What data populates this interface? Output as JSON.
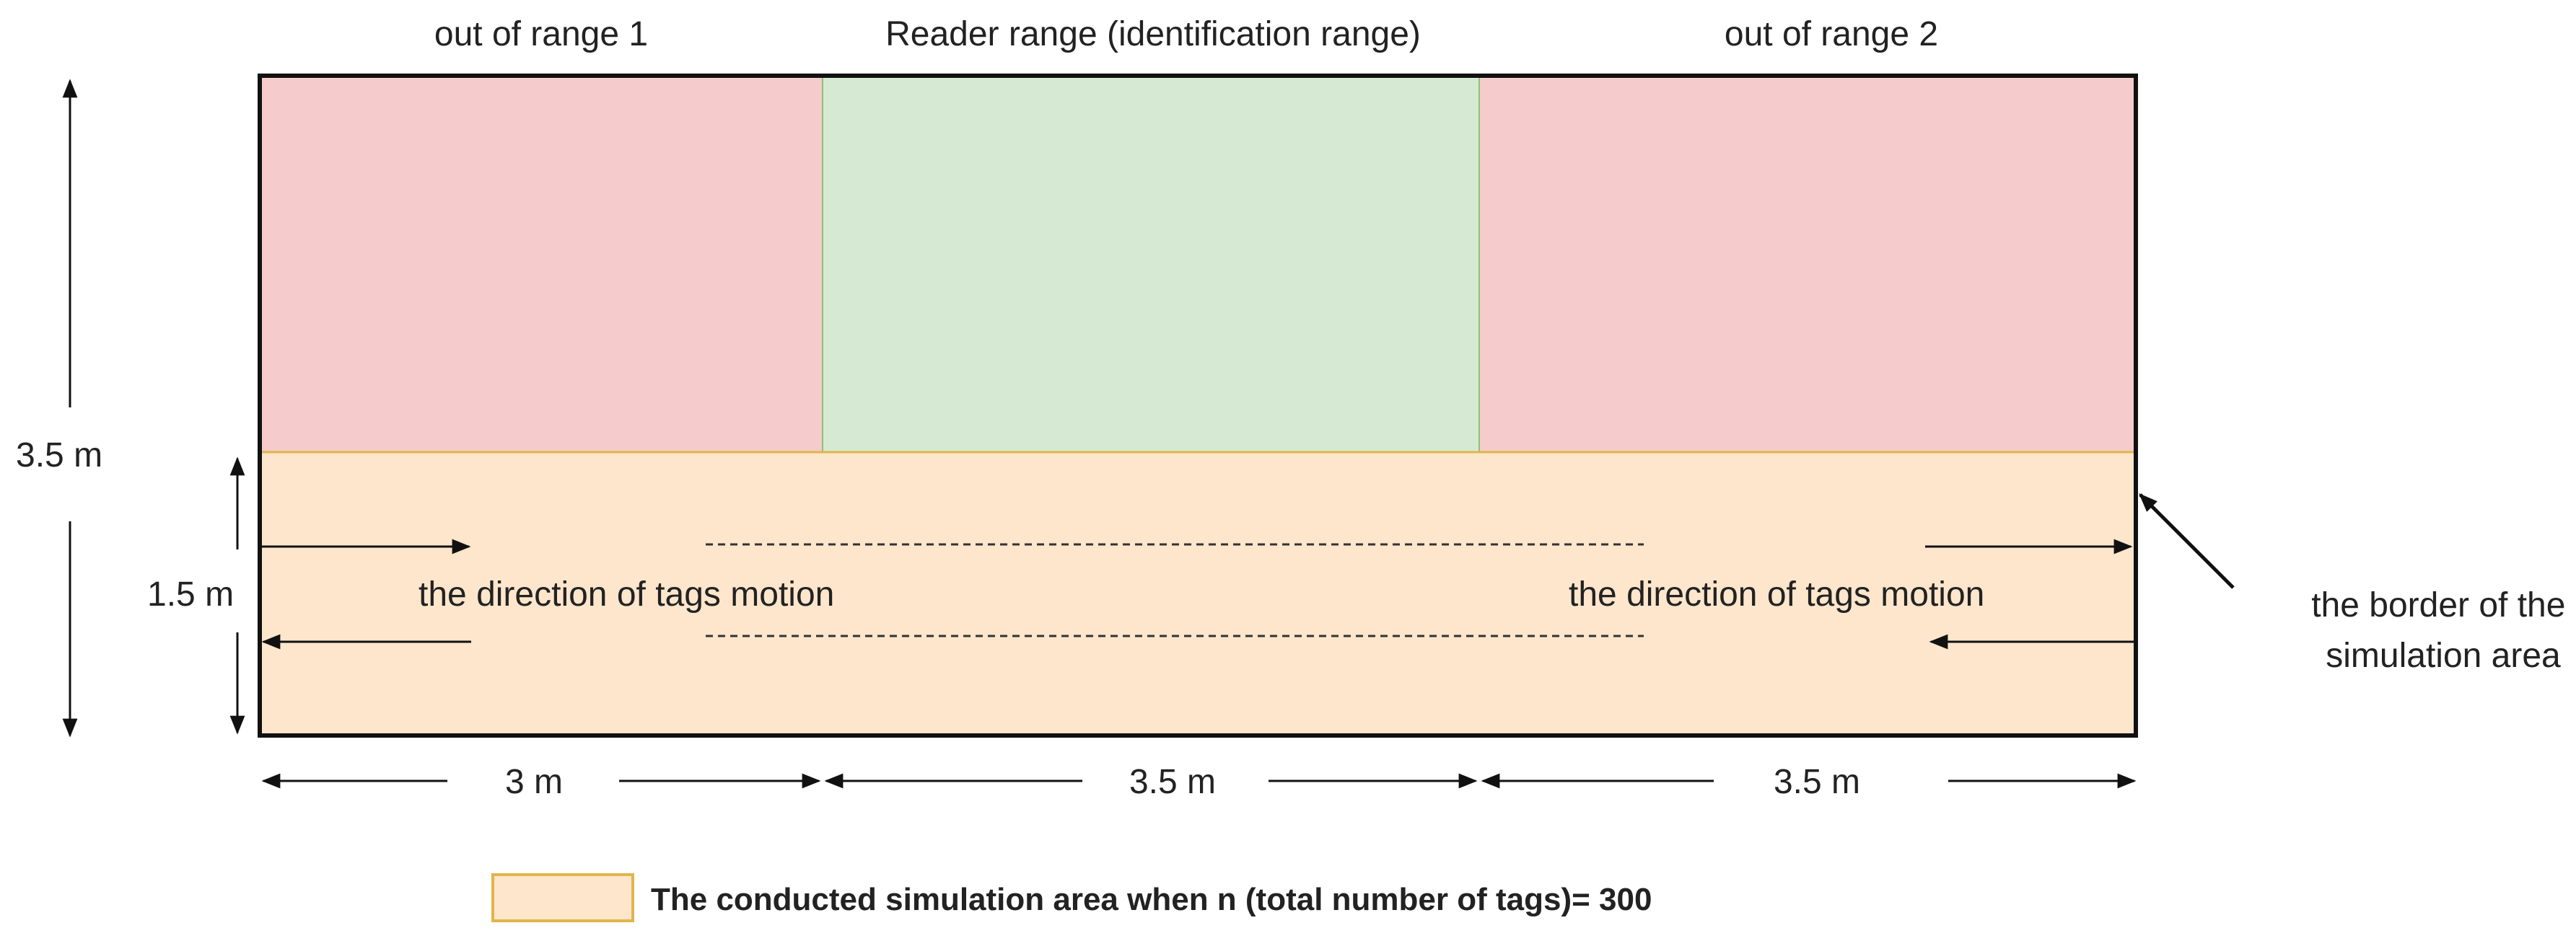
{
  "diagram": {
    "zones": {
      "out_of_range_1": "out of range 1",
      "reader_range": "Reader range (identification range)",
      "out_of_range_2": "out of range 2"
    },
    "dimensions": {
      "total_height": "3.5 m",
      "band_height": "1.5 m",
      "width_1": "3 m",
      "width_2": "3.5 m",
      "width_3": "3.5 m"
    },
    "motion": {
      "left_label": "the direction of tags motion",
      "right_label": "the direction of tags motion"
    },
    "border_note": {
      "line1": "the border of the",
      "line2": "simulation area"
    },
    "legend": {
      "text": "The conducted  simulation area when n (total number of tags)= 300"
    },
    "colors": {
      "out_of_range": "#f5cccb",
      "reader_range": "#d6ead3",
      "simulation_area": "#fde6cc",
      "band_border": "#e0b54a",
      "zone_divider": "#8fbf7a",
      "outline": "#111111"
    }
  }
}
